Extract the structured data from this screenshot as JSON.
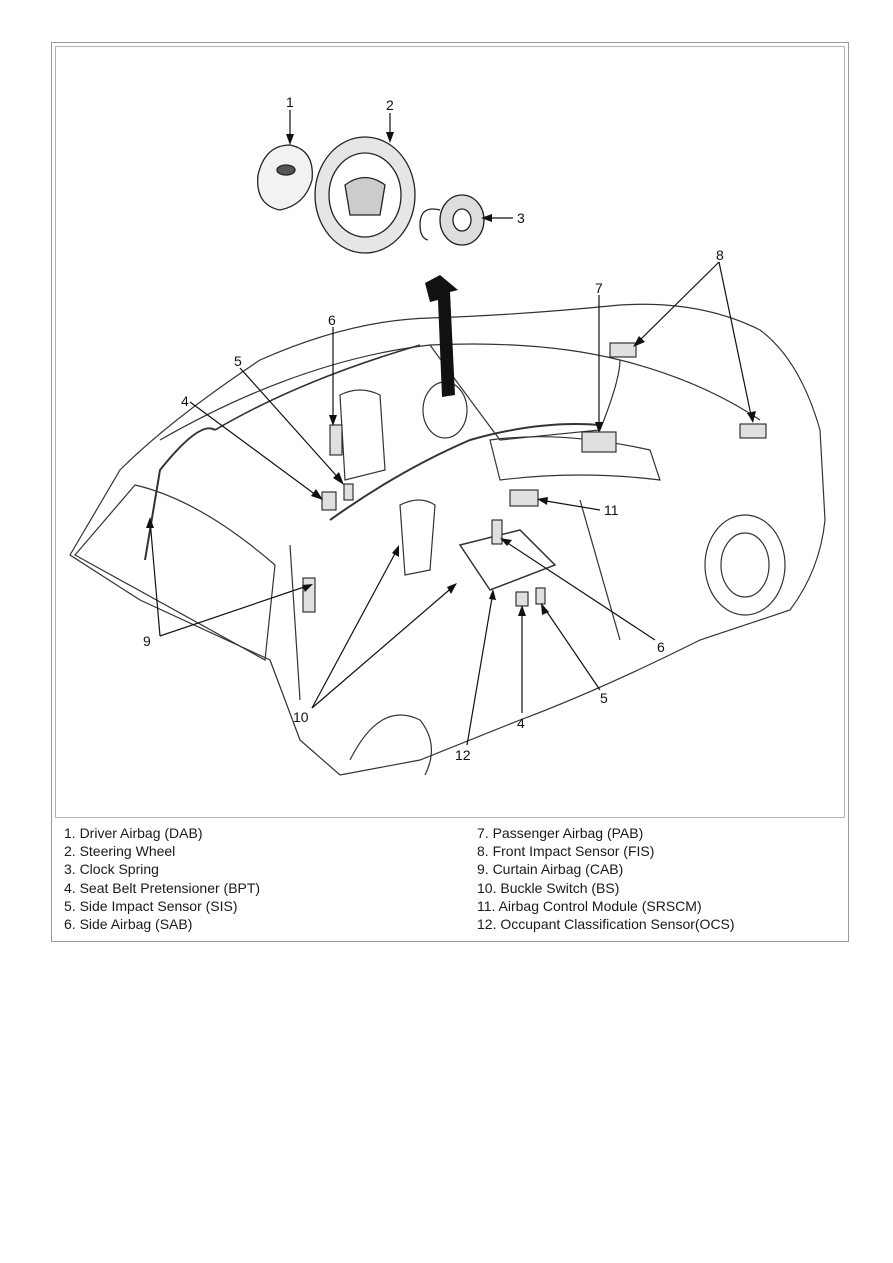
{
  "callouts": {
    "c1": "1",
    "c2": "2",
    "c3": "3",
    "c4a": "4",
    "c5a": "5",
    "c6a": "6",
    "c7": "7",
    "c8": "8",
    "c9": "9",
    "c10": "10",
    "c11": "11",
    "c12": "12",
    "c4b": "4",
    "c5b": "5",
    "c6b": "6"
  },
  "legend_left": [
    "1. Driver Airbag (DAB)",
    "2. Steering Wheel",
    "3. Clock Spring",
    "4. Seat Belt Pretensioner (BPT)",
    "5. Side Impact Sensor (SIS)",
    "6. Side Airbag (SAB)"
  ],
  "legend_right": [
    "7. Passenger Airbag (PAB)",
    "8. Front Impact Sensor (FIS)",
    "9. Curtain Airbag (CAB)",
    "10. Buckle Switch (BS)",
    "11. Airbag Control Module (SRSCM)",
    "12. Occupant Classification Sensor(OCS)"
  ]
}
